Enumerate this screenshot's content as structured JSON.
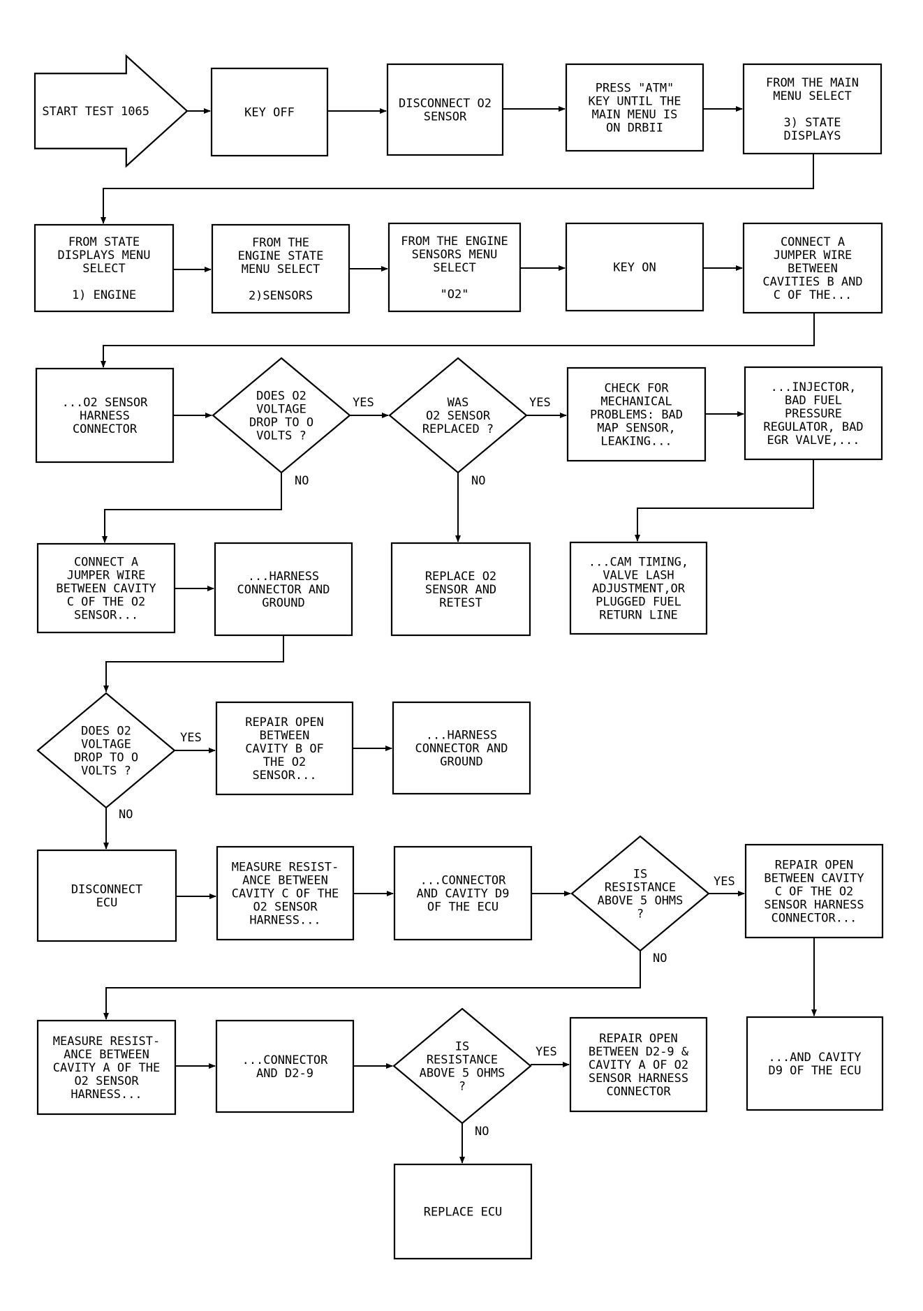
{
  "nodes": {
    "start": {
      "lines": [
        "START TEST 1065"
      ]
    },
    "n1": {
      "lines": [
        "KEY OFF"
      ]
    },
    "n2": {
      "lines": [
        "DISCONNECT O2",
        "SENSOR"
      ]
    },
    "n3": {
      "lines": [
        "PRESS \"ATM\"",
        "KEY UNTIL THE",
        "MAIN MENU IS",
        "ON DRBII"
      ]
    },
    "n4": {
      "lines": [
        "FROM THE MAIN",
        "MENU SELECT",
        "",
        "3) STATE",
        "DISPLAYS"
      ]
    },
    "n5": {
      "lines": [
        "FROM STATE",
        "DISPLAYS MENU",
        "SELECT",
        "",
        "1) ENGINE"
      ]
    },
    "n6": {
      "lines": [
        "FROM THE",
        "ENGINE STATE",
        "MENU SELECT",
        "",
        "2)SENSORS"
      ]
    },
    "n7": {
      "lines": [
        "FROM THE ENGINE",
        "SENSORS MENU",
        "SELECT",
        "",
        "\"O2\""
      ]
    },
    "n8": {
      "lines": [
        "KEY ON"
      ]
    },
    "n9": {
      "lines": [
        "CONNECT A",
        "JUMPER WIRE",
        "BETWEEN",
        "CAVITIES B AND",
        "C OF THE..."
      ]
    },
    "n10": {
      "lines": [
        "...O2 SENSOR",
        "HARNESS",
        "CONNECTOR"
      ]
    },
    "d1": {
      "lines": [
        "DOES O2",
        "VOLTAGE",
        "DROP TO O",
        "VOLTS ?"
      ]
    },
    "d2": {
      "lines": [
        "WAS",
        "O2 SENSOR",
        "REPLACED ?"
      ]
    },
    "n11": {
      "lines": [
        "CHECK FOR",
        "MECHANICAL",
        "PROBLEMS: BAD",
        "MAP SENSOR,",
        "LEAKING..."
      ]
    },
    "n12": {
      "lines": [
        "...INJECTOR,",
        "BAD FUEL",
        "PRESSURE",
        "REGULATOR, BAD",
        "EGR VALVE,..."
      ]
    },
    "n13": {
      "lines": [
        "CONNECT A",
        "JUMPER WIRE",
        "BETWEEN CAVITY",
        "C OF THE O2",
        "SENSOR..."
      ]
    },
    "n14": {
      "lines": [
        "...HARNESS",
        "CONNECTOR AND",
        "GROUND"
      ]
    },
    "n15": {
      "lines": [
        "REPLACE O2",
        "SENSOR AND",
        "RETEST"
      ]
    },
    "n16": {
      "lines": [
        "...CAM TIMING,",
        "VALVE LASH",
        "ADJUSTMENT,OR",
        "PLUGGED FUEL",
        "RETURN LINE"
      ]
    },
    "d3": {
      "lines": [
        "DOES O2",
        "VOLTAGE",
        "DROP TO O",
        "VOLTS ?"
      ]
    },
    "n17": {
      "lines": [
        "REPAIR OPEN",
        "BETWEEN",
        "CAVITY B OF",
        "THE O2",
        "SENSOR..."
      ]
    },
    "n18": {
      "lines": [
        "...HARNESS",
        "CONNECTOR AND",
        "GROUND"
      ]
    },
    "n19": {
      "lines": [
        "DISCONNECT",
        "ECU"
      ]
    },
    "n20": {
      "lines": [
        "MEASURE RESIST-",
        "ANCE BETWEEN",
        "CAVITY C OF THE",
        "O2 SENSOR",
        "HARNESS..."
      ]
    },
    "n21": {
      "lines": [
        "...CONNECTOR",
        "AND CAVITY D9",
        "OF THE ECU"
      ]
    },
    "d4": {
      "lines": [
        "IS",
        "RESISTANCE",
        "ABOVE 5 OHMS",
        "?"
      ]
    },
    "n22": {
      "lines": [
        "REPAIR OPEN",
        "BETWEEN CAVITY",
        "C OF THE O2",
        "SENSOR HARNESS",
        "CONNECTOR..."
      ]
    },
    "n23": {
      "lines": [
        "MEASURE RESIST-",
        "ANCE BETWEEN",
        "CAVITY A OF THE",
        "O2 SENSOR",
        "HARNESS..."
      ]
    },
    "n24": {
      "lines": [
        "...CONNECTOR",
        "AND D2-9"
      ]
    },
    "d5": {
      "lines": [
        "IS",
        "RESISTANCE",
        "ABOVE 5 OHMS",
        "?"
      ]
    },
    "n25": {
      "lines": [
        "REPAIR OPEN",
        "BETWEEN D2-9 &",
        "CAVITY A OF O2",
        "SENSOR HARNESS",
        "CONNECTOR"
      ]
    },
    "n26": {
      "lines": [
        "...AND CAVITY",
        "D9 OF THE ECU"
      ]
    },
    "n27": {
      "lines": [
        "REPLACE ECU"
      ]
    }
  },
  "labels": {
    "yes": "YES",
    "no": "NO"
  }
}
